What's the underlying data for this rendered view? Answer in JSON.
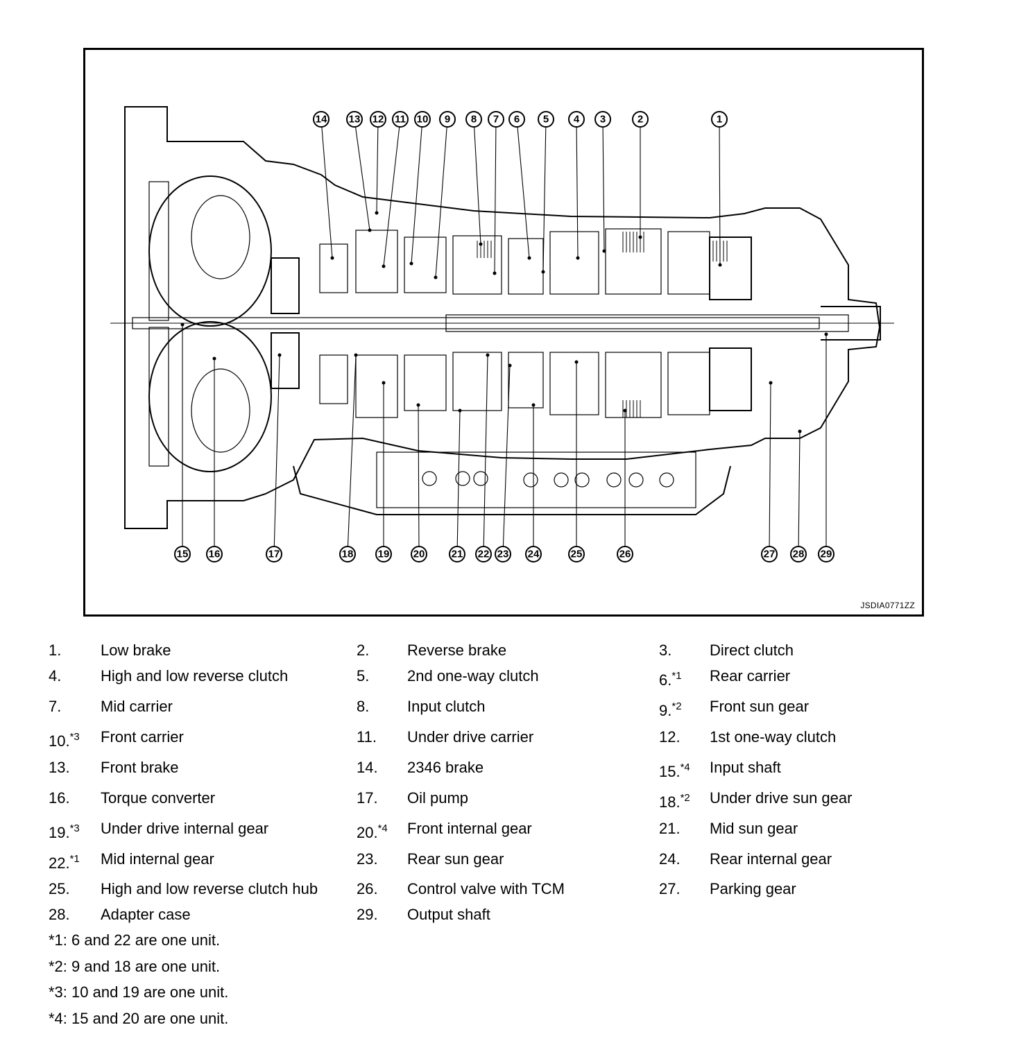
{
  "figure": {
    "id": "JSDIA0771ZZ",
    "callouts_top": [
      "14",
      "13",
      "12",
      "11",
      "10",
      "9",
      "8",
      "7",
      "6",
      "5",
      "4",
      "3",
      "2",
      "1"
    ],
    "callouts_bottom": [
      "15",
      "16",
      "17",
      "18",
      "19",
      "20",
      "21",
      "22",
      "23",
      "24",
      "25",
      "26",
      "27",
      "28",
      "29"
    ]
  },
  "legend": {
    "items": [
      {
        "num": "1.",
        "mark": "",
        "label": "Low brake"
      },
      {
        "num": "2.",
        "mark": "",
        "label": "Reverse brake"
      },
      {
        "num": "3.",
        "mark": "",
        "label": "Direct clutch"
      },
      {
        "num": "4.",
        "mark": "",
        "label": "High and low reverse clutch"
      },
      {
        "num": "5.",
        "mark": "",
        "label": "2nd one-way clutch"
      },
      {
        "num": "6.",
        "mark": "*1",
        "label": "Rear carrier"
      },
      {
        "num": "7.",
        "mark": "",
        "label": "Mid carrier"
      },
      {
        "num": "8.",
        "mark": "",
        "label": "Input clutch"
      },
      {
        "num": "9.",
        "mark": "*2",
        "label": "Front sun gear"
      },
      {
        "num": "10.",
        "mark": "*3",
        "label": "Front carrier"
      },
      {
        "num": "11.",
        "mark": "",
        "label": "Under drive carrier"
      },
      {
        "num": "12.",
        "mark": "",
        "label": "1st one-way clutch"
      },
      {
        "num": "13.",
        "mark": "",
        "label": "Front brake"
      },
      {
        "num": "14.",
        "mark": "",
        "label": "2346 brake"
      },
      {
        "num": "15.",
        "mark": "*4",
        "label": "Input shaft"
      },
      {
        "num": "16.",
        "mark": "",
        "label": "Torque converter"
      },
      {
        "num": "17.",
        "mark": "",
        "label": "Oil pump"
      },
      {
        "num": "18.",
        "mark": "*2",
        "label": "Under drive sun gear"
      },
      {
        "num": "19.",
        "mark": "*3",
        "label": "Under drive internal gear"
      },
      {
        "num": "20.",
        "mark": "*4",
        "label": "Front internal gear"
      },
      {
        "num": "21.",
        "mark": "",
        "label": "Mid sun gear"
      },
      {
        "num": "22.",
        "mark": "*1",
        "label": "Mid internal gear"
      },
      {
        "num": "23.",
        "mark": "",
        "label": "Rear sun gear"
      },
      {
        "num": "24.",
        "mark": "",
        "label": "Rear internal gear"
      },
      {
        "num": "25.",
        "mark": "",
        "label": "High and low reverse clutch hub"
      },
      {
        "num": "26.",
        "mark": "",
        "label": "Control valve with TCM"
      },
      {
        "num": "27.",
        "mark": "",
        "label": "Parking gear"
      },
      {
        "num": "28.",
        "mark": "",
        "label": "Adapter case"
      },
      {
        "num": "29.",
        "mark": "",
        "label": "Output shaft"
      }
    ],
    "notes": [
      "*1: 6 and 22 are one unit.",
      "*2: 9 and 18 are one unit.",
      "*3: 10 and 19 are one unit.",
      "*4: 15 and 20 are one unit."
    ]
  }
}
